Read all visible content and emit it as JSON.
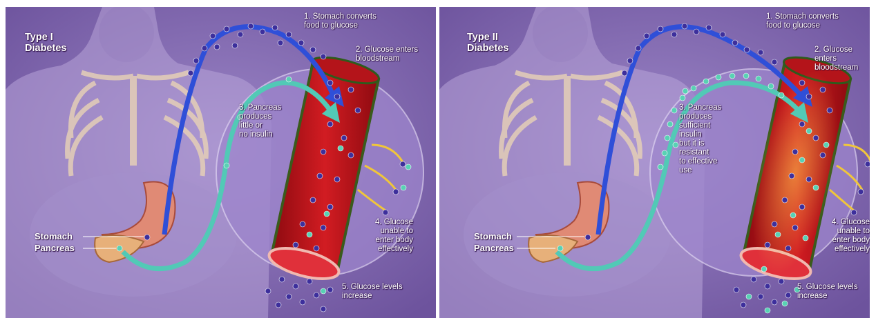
{
  "panels": [
    {
      "title": "Type I\nDiabetes",
      "steps": {
        "stomach_converts": "1. Stomach converts\nfood to glucose",
        "glucose_enters": "2. Glucose enters\nbloodstream",
        "pancreas": "3. Pancreas\nproduces\nlittle or\nno insulin",
        "glucose_unable": "4. Glucose\nunable to\nenter body\neffectively",
        "glucose_levels": "5. Glucose levels\nincrease"
      },
      "organs": {
        "stomach": "Stomach",
        "pancreas": "Pancreas"
      }
    },
    {
      "title": "Type II\nDiabetes",
      "steps": {
        "stomach_converts": "1. Stomach converts\nfood to glucose",
        "glucose_enters": "2. Glucose enters\nbloodstream",
        "pancreas": "3. Pancreas\nproduces\nsufficient\ninsulin\nbut it is\nresistant\nto effective\nuse",
        "glucose_unable": "4. Glucose\nunable to\nenter body\neffectively",
        "glucose_levels": "5. Glucose levels\nincrease"
      },
      "organs": {
        "stomach": "Stomach",
        "pancreas": "Pancreas"
      }
    }
  ],
  "colors": {
    "background": "#8a70b5",
    "glucose": "#3d2f9c",
    "insulin": "#59d1b4",
    "blood_vessel": "#c5131b",
    "glucose_arrow": "#2f4fd8",
    "insulin_arrow": "#52c9b6",
    "exit_arrow": "#f0c63a"
  }
}
